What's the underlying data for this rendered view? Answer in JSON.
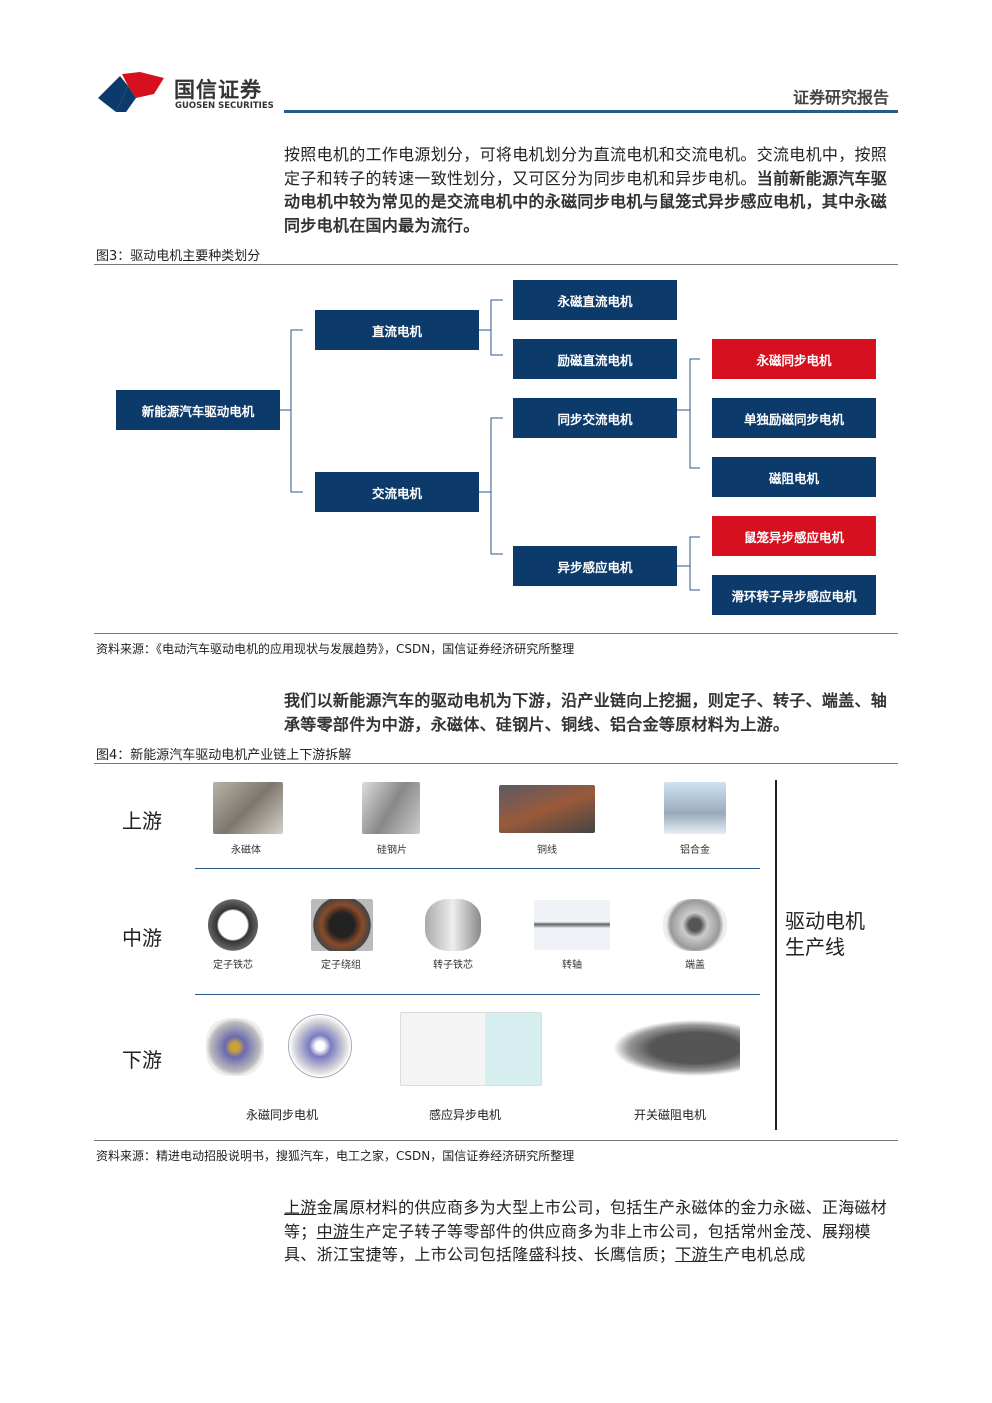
{
  "header": {
    "logo_cn": "国信证券",
    "logo_en": "GUOSEN SECURITIES",
    "report_type": "证券研究报告"
  },
  "para1": {
    "normal": "按照电机的工作电源划分，可将电机划分为直流电机和交流电机。交流电机中，按照定子和转子的转速一致性划分，又可区分为同步电机和异步电机。",
    "bold": "当前新能源汽车驱动电机中较为常见的是交流电机中的永磁同步电机与鼠笼式异步感应电机，其中永磁同步电机在国内最为流行。"
  },
  "fig3": {
    "caption": "图3：驱动电机主要种类划分",
    "source": "资料来源：《电动汽车驱动电机的应用现状与发展趋势》，CSDN，国信证券经济研究所整理",
    "root": "新能源汽车驱动电机",
    "dc": "直流电机",
    "ac": "交流电机",
    "pm_dc": "永磁直流电机",
    "ex_dc": "励磁直流电机",
    "sync_ac": "同步交流电机",
    "async": "异步感应电机",
    "pmsm": "永磁同步电机",
    "sep_ex": "单独励磁同步电机",
    "reluct": "磁阻电机",
    "squirrel": "鼠笼异步感应电机",
    "slip": "滑环转子异步感应电机",
    "highlight_color": "#d7101f",
    "box_color": "#0c3a6b"
  },
  "para2": "我们以新能源汽车的驱动电机为下游，沿产业链向上挖掘，则定子、转子、端盖、轴承等零部件为中游，永磁体、硅钢片、铜线、铝合金等原材料为上游。",
  "fig4": {
    "caption": "图4：新能源汽车驱动电机产业链上下游拆解",
    "source": "资料来源：精进电动招股说明书，搜狐汽车，电工之家，CSDN，国信证券经济研究所整理",
    "upstream": "上游",
    "midstream": "中游",
    "downstream": "下游",
    "side_line1": "驱动电机",
    "side_line2": "生产线",
    "up_items": [
      "永磁体",
      "硅钢片",
      "铜线",
      "铝合金"
    ],
    "mid_items": [
      "定子铁芯",
      "定子绕组",
      "转子铁芯",
      "转轴",
      "端盖"
    ],
    "down_items": [
      "永磁同步电机",
      "感应异步电机",
      "开关磁阻电机"
    ]
  },
  "para3": {
    "s1": "上游",
    "t1": "金属原材料的供应商多为大型上市公司，包括生产永磁体的金力永磁、正海磁材等；",
    "s2": "中游",
    "t2": "生产定子转子等零部件的供应商多为非上市公司，包括常州金茂、展翔模具、浙江宝捷等，上市公司包括隆盛科技、长鹰信质；",
    "s3": "下游",
    "t3": "生产电机总成"
  }
}
